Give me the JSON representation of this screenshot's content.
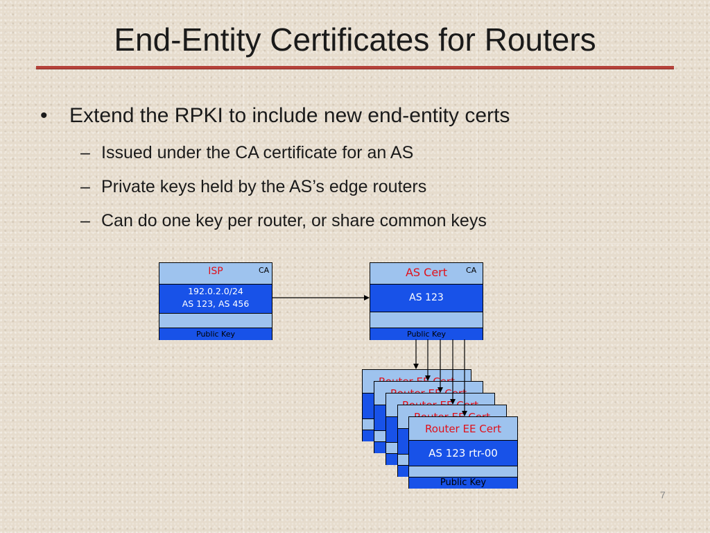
{
  "slide": {
    "title": "End-Entity Certificates for Routers",
    "bullet": "Extend the RPKI to include new end-entity certs",
    "bullet_marker": "•",
    "sub_marker": "–",
    "sub_bullets": [
      "Issued under the CA certificate for an AS",
      "Private keys held by the AS’s edge routers",
      "Can do one key per router, or share common keys"
    ],
    "page_number": "7"
  },
  "diagram": {
    "isp_cert": {
      "header": "ISP",
      "ca_label": "CA",
      "prefix": "192.0.2.0/24",
      "as_list": "AS 123, AS 456",
      "key_label": "Public Key"
    },
    "as_cert": {
      "header": "AS Cert",
      "ca_label": "CA",
      "as_number": "AS 123",
      "key_label": "Public Key"
    },
    "router_certs": {
      "header": "Router EE Cert",
      "subject": "AS 123 rtr-00",
      "key_label": "Public Key",
      "stack_count": 5
    }
  },
  "colors": {
    "header_red": "#e0101a",
    "cert_light_blue": "#9ec3ee",
    "cert_dark_blue": "#1852e8",
    "title_rule": "#b5423a"
  }
}
